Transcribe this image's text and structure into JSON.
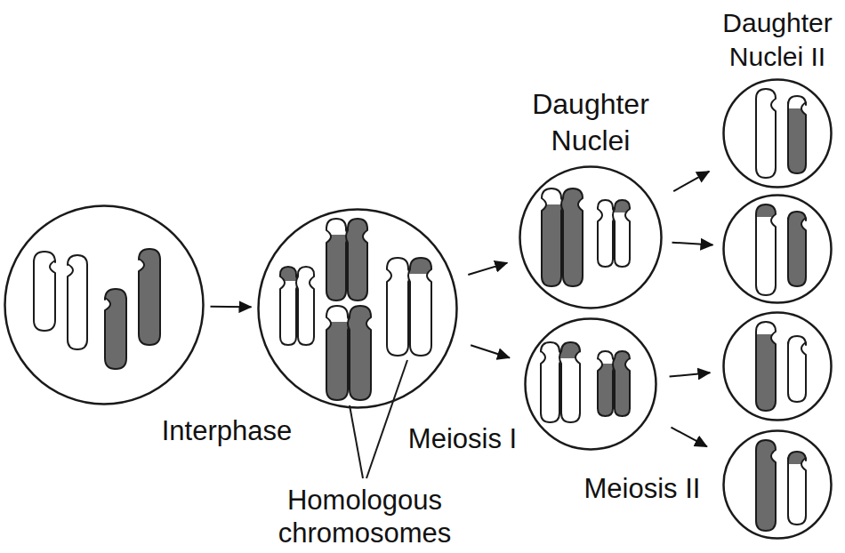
{
  "diagram": {
    "nodes": [
      {
        "text": []
      },
      {
        "text": []
      },
      {
        "text": [
          "Daughter Nuclei"
        ]
      },
      {
        "text": []
      },
      {
        "text": [
          "Daughter Nuclei II"
        ]
      },
      {
        "text": []
      },
      {
        "text": []
      },
      {
        "text": []
      }
    ],
    "edges": [
      {
        "from": 0,
        "to": 1,
        "arrow": "to"
      },
      {
        "from": 1,
        "to": 2,
        "arrow": "to"
      },
      {
        "from": 1,
        "to": 3,
        "arrow": "to"
      },
      {
        "from": 2,
        "to": 4,
        "arrow": "to"
      },
      {
        "from": 2,
        "to": 5,
        "arrow": "to"
      },
      {
        "from": 3,
        "to": 6,
        "arrow": "to"
      },
      {
        "from": 3,
        "to": 7,
        "arrow": "to"
      }
    ],
    "labels": [
      "Interphase",
      "Meiosis I",
      "Meiosis II",
      "Homologous chromosomes"
    ]
  }
}
